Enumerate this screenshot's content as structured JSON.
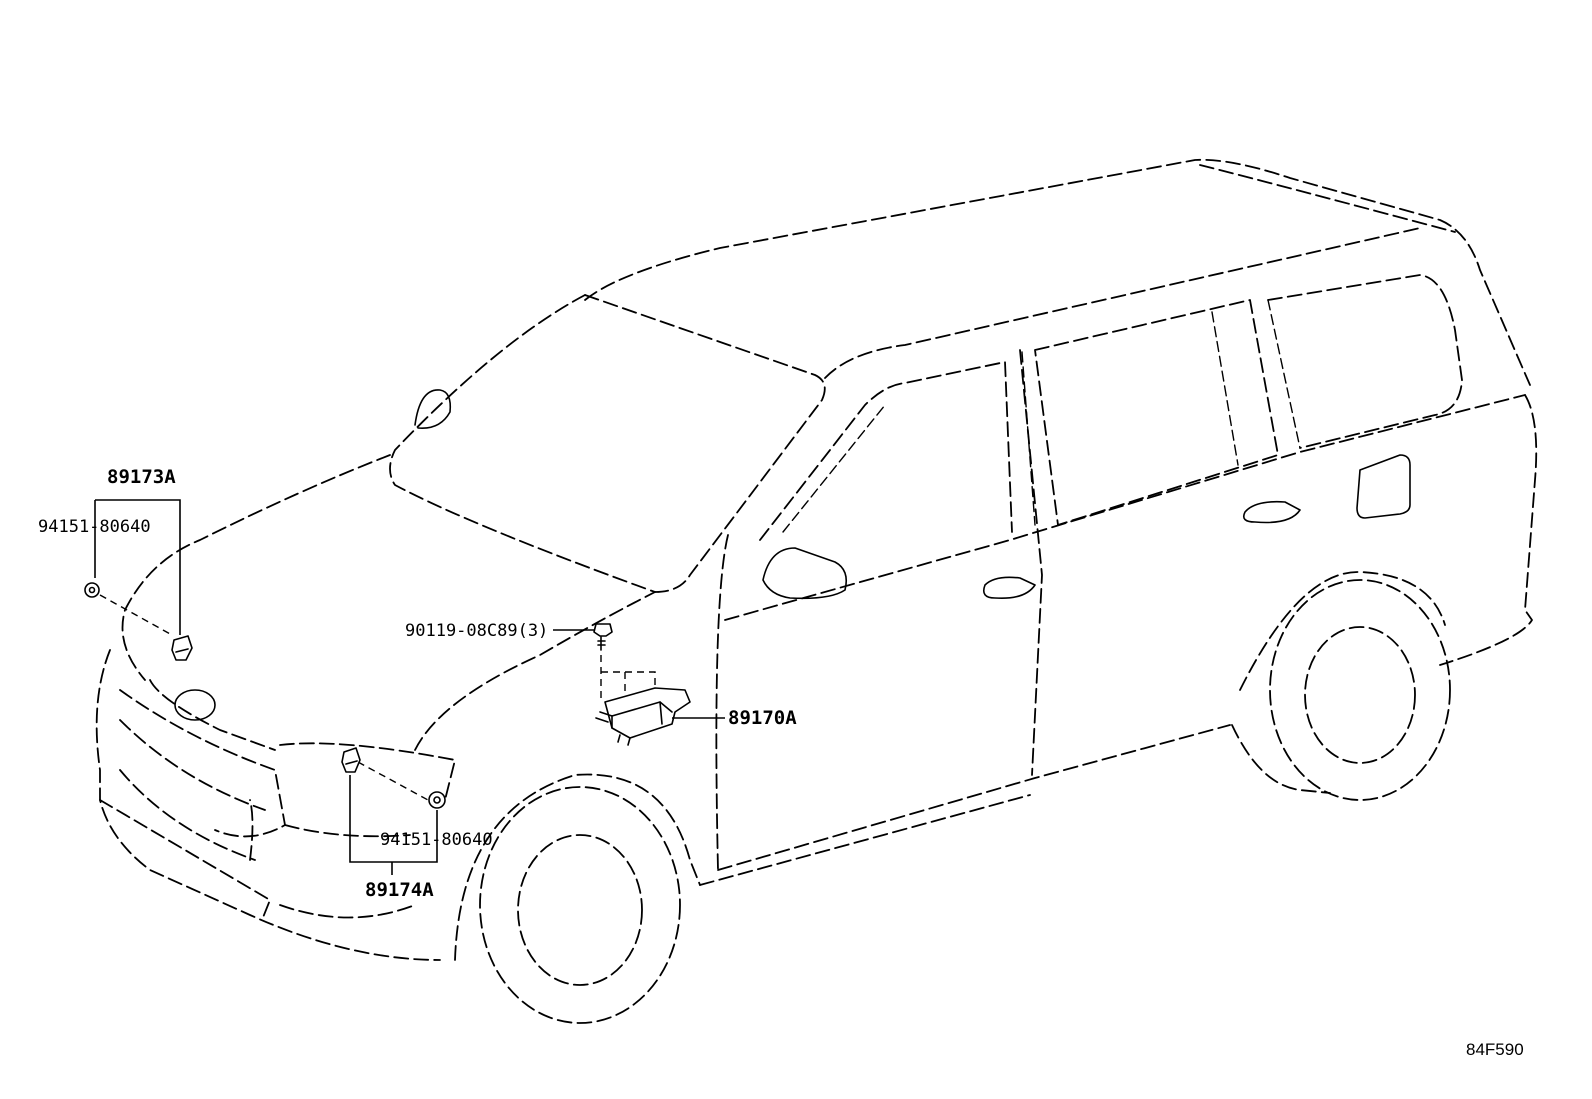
{
  "callouts": {
    "front_sensor_left": {
      "part_no": "89173A",
      "bolt_no": "94151-80640"
    },
    "front_sensor_right": {
      "part_no": "89174A",
      "bolt_no": "94151-80640"
    },
    "control_unit": {
      "part_no": "89170A",
      "bolt_no": "90119-08C89(3)"
    }
  },
  "diagram_ref": "84F590"
}
